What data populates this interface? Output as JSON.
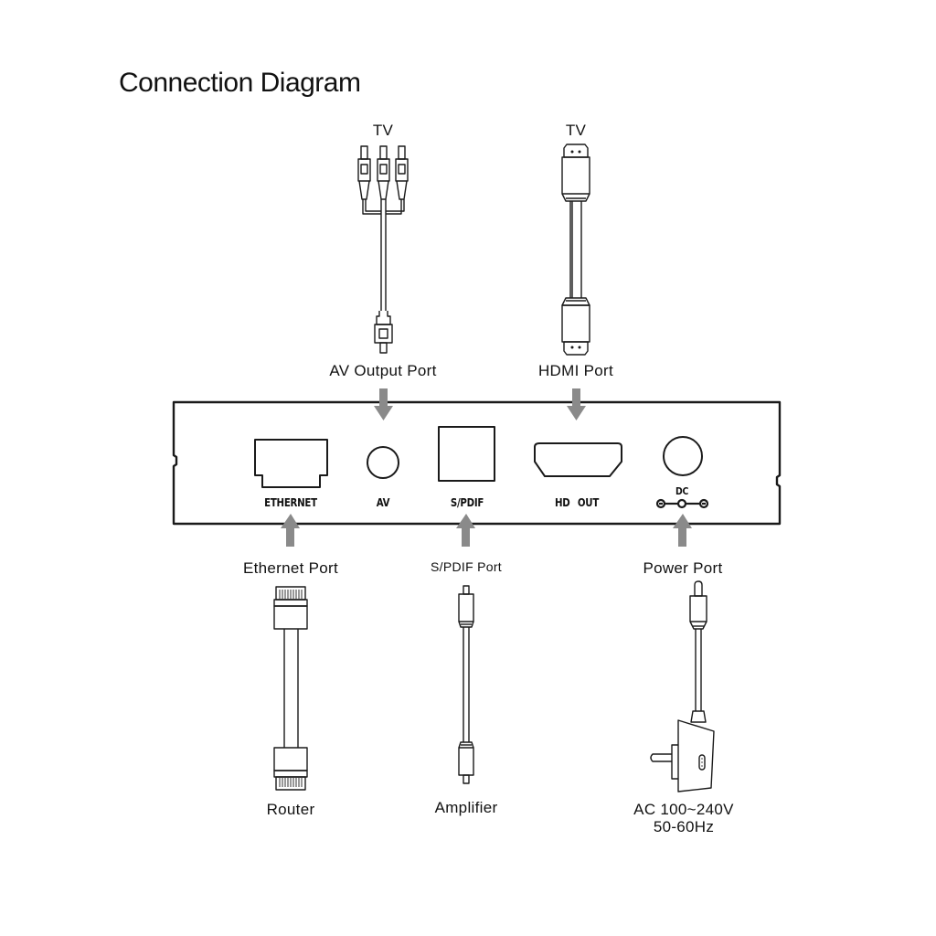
{
  "title": "Connection Diagram",
  "top_devices": {
    "av_target": "TV",
    "hdmi_target": "TV"
  },
  "top_ports": {
    "av": "AV Output Port",
    "hdmi": "HDMI Port"
  },
  "panel_labels": {
    "ethernet": "ETHERNET",
    "av": "AV",
    "spdif": "S/PDIF",
    "hdmi": "HD  OUT",
    "dc": "DC"
  },
  "bottom_ports": {
    "ethernet": "Ethernet Port",
    "spdif": "S/PDIF Port",
    "power": "Power Port"
  },
  "bottom_devices": {
    "ethernet_target": "Router",
    "spdif_target": "Amplifier",
    "power_line1": "AC 100~240V",
    "power_line2": "50-60Hz"
  },
  "colors": {
    "line": "#1a1a1a",
    "arrow": "#8a8a8a"
  }
}
